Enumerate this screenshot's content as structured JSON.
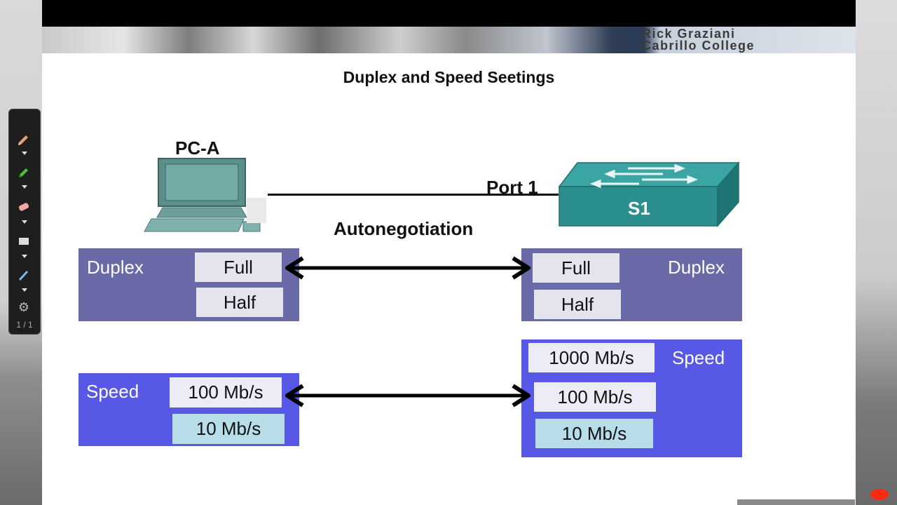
{
  "header": {
    "author_line1": "Rick Graziani",
    "author_line2": "Cabrillo College"
  },
  "slide": {
    "title": "Duplex and Speed Seetings",
    "pc_label": "PC-A",
    "port_label": "Port 1",
    "switch_label": "S1",
    "autoneg_label": "Autonegotiation"
  },
  "left_duplex": {
    "label": "Duplex",
    "options": [
      "Full",
      "Half"
    ]
  },
  "right_duplex": {
    "label": "Duplex",
    "options": [
      "Full",
      "Half"
    ]
  },
  "left_speed": {
    "label": "Speed",
    "options": [
      "100 Mb/s",
      "10 Mb/s"
    ]
  },
  "right_speed": {
    "label": "Speed",
    "options": [
      "1000 Mb/s",
      "100 Mb/s",
      "10 Mb/s"
    ]
  },
  "toolbar": {
    "page_indicator": "1 / 1"
  },
  "icons": [
    "pencil-icon",
    "highlighter-icon",
    "eraser-icon",
    "shape-icon",
    "pointer-icon",
    "gear-icon"
  ],
  "colors": {
    "duplex_panel": "#6b6aa8",
    "speed_panel": "#5858e6",
    "switch": "#2b8f8f"
  }
}
